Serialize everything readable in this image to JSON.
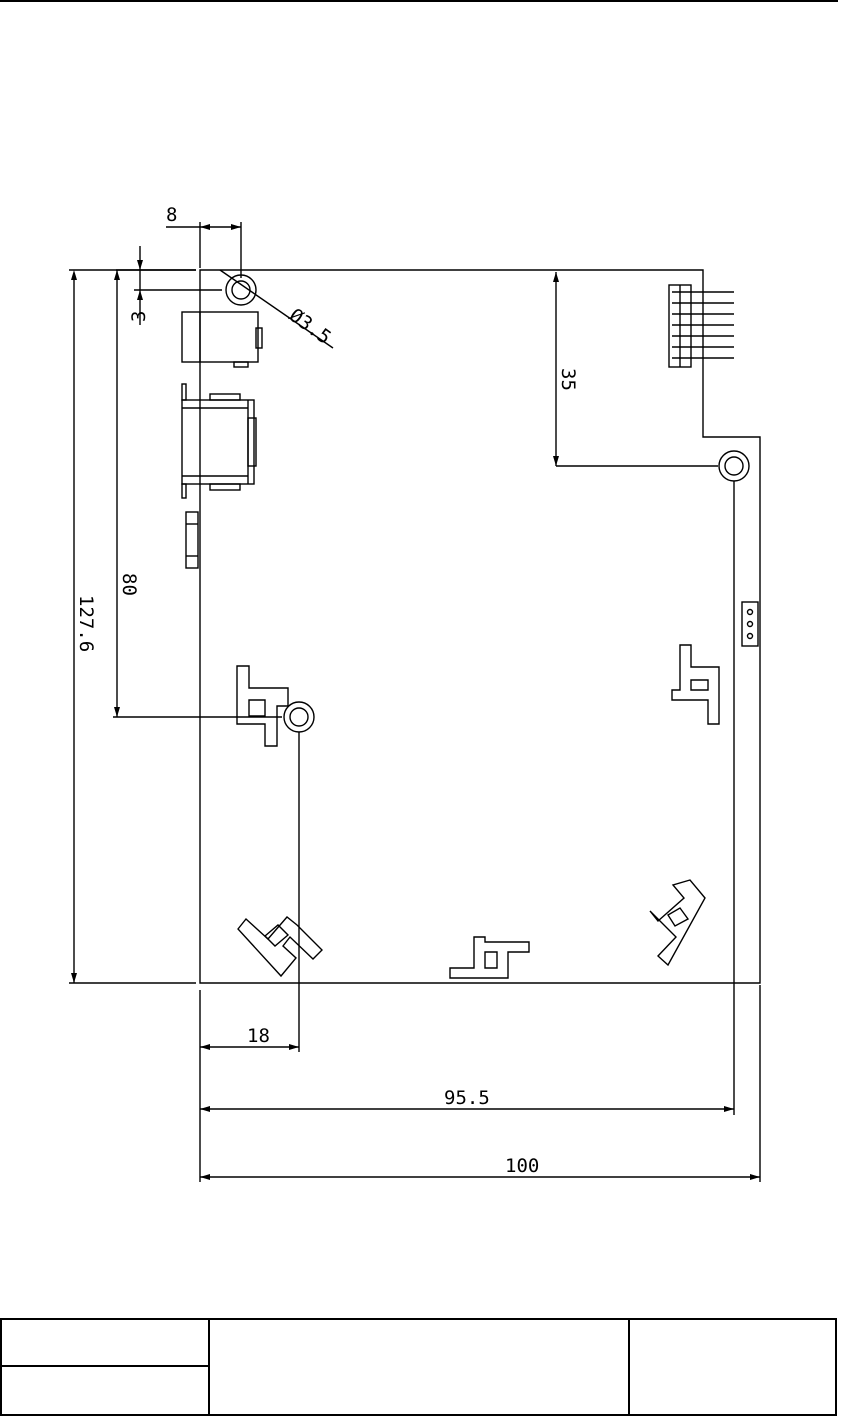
{
  "drawing": {
    "dimensions": {
      "hole_offset_x": "8",
      "hole_offset_y": "3",
      "hole_diameter": "Ø3.5",
      "connector_hole_offset": "35",
      "left_hole_height": "80",
      "board_height": "127.6",
      "left_hole_x": "18",
      "right_hole_x": "95.5",
      "board_width": "100"
    }
  },
  "title_block": {
    "cells": [
      "",
      "",
      "",
      ""
    ]
  }
}
